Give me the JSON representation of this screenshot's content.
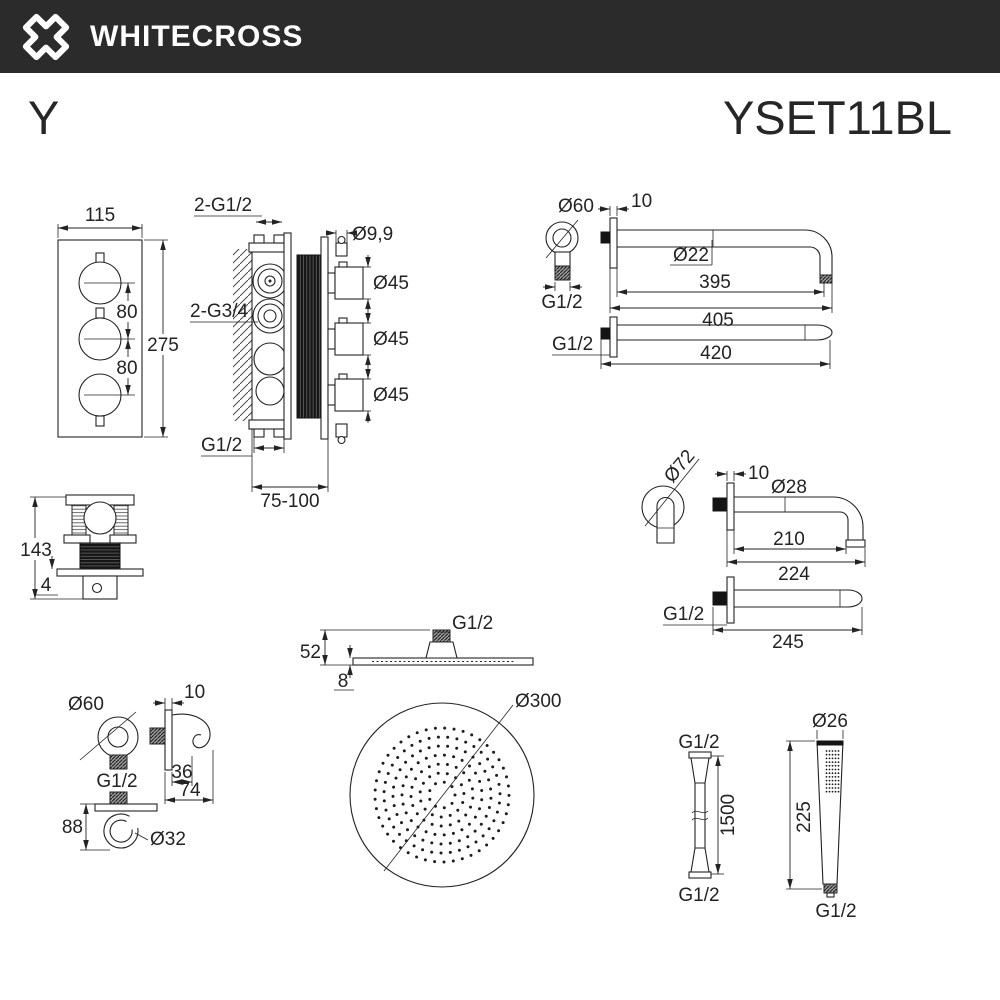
{
  "header": {
    "brand": "WHITECROSS",
    "logo_icon": "whitecross-x-logo",
    "bg_color": "#2b2b2b",
    "text_color": "#ffffff"
  },
  "product": {
    "series": "Y",
    "model": "YSET11BL"
  },
  "drawing": {
    "line_color": "#232323"
  },
  "views": {
    "thermostat_front": {
      "width": "115",
      "height": "275",
      "pitch_top": "80",
      "pitch_bottom": "80"
    },
    "thermostat_side": {
      "top_ports": "2-G1/2",
      "side_ports": "2-G3/4",
      "pin": "Ø9,9",
      "knob1": "Ø45",
      "knob2": "Ø45",
      "knob3": "Ø45",
      "bottom_port": "G1/2",
      "mount_depth": "75-100"
    },
    "shower_elbow": {
      "flange": "Ø60",
      "thread": "G1/2"
    },
    "arm_bent": {
      "flange_thickness": "10",
      "pipe": "Ø22",
      "length_to_bend": "395",
      "length_total": "405"
    },
    "arm_straight": {
      "thread": "G1/2",
      "length": "420"
    },
    "holder_section": {
      "height": "143",
      "plate": "4"
    },
    "spout_bent": {
      "flange": "Ø72",
      "flange_thickness": "10",
      "pipe": "Ø28",
      "length_to_bend": "210",
      "length_total": "224"
    },
    "spout_straight": {
      "thread": "G1/2",
      "length": "245"
    },
    "head_side": {
      "thread": "G1/2",
      "height": "52",
      "disc": "8"
    },
    "head_front": {
      "diameter": "Ø300"
    },
    "outlet_front": {
      "flange": "Ø60",
      "thread": "G1/2"
    },
    "outlet_side": {
      "flange_thickness": "10",
      "hook": "36",
      "depth": "74"
    },
    "holder_front": {
      "height": "88",
      "hook": "Ø32"
    },
    "hose": {
      "thread_top": "G1/2",
      "length": "1500",
      "thread_bottom": "G1/2"
    },
    "handshower": {
      "head": "Ø26",
      "length": "225",
      "thread": "G1/2"
    }
  }
}
